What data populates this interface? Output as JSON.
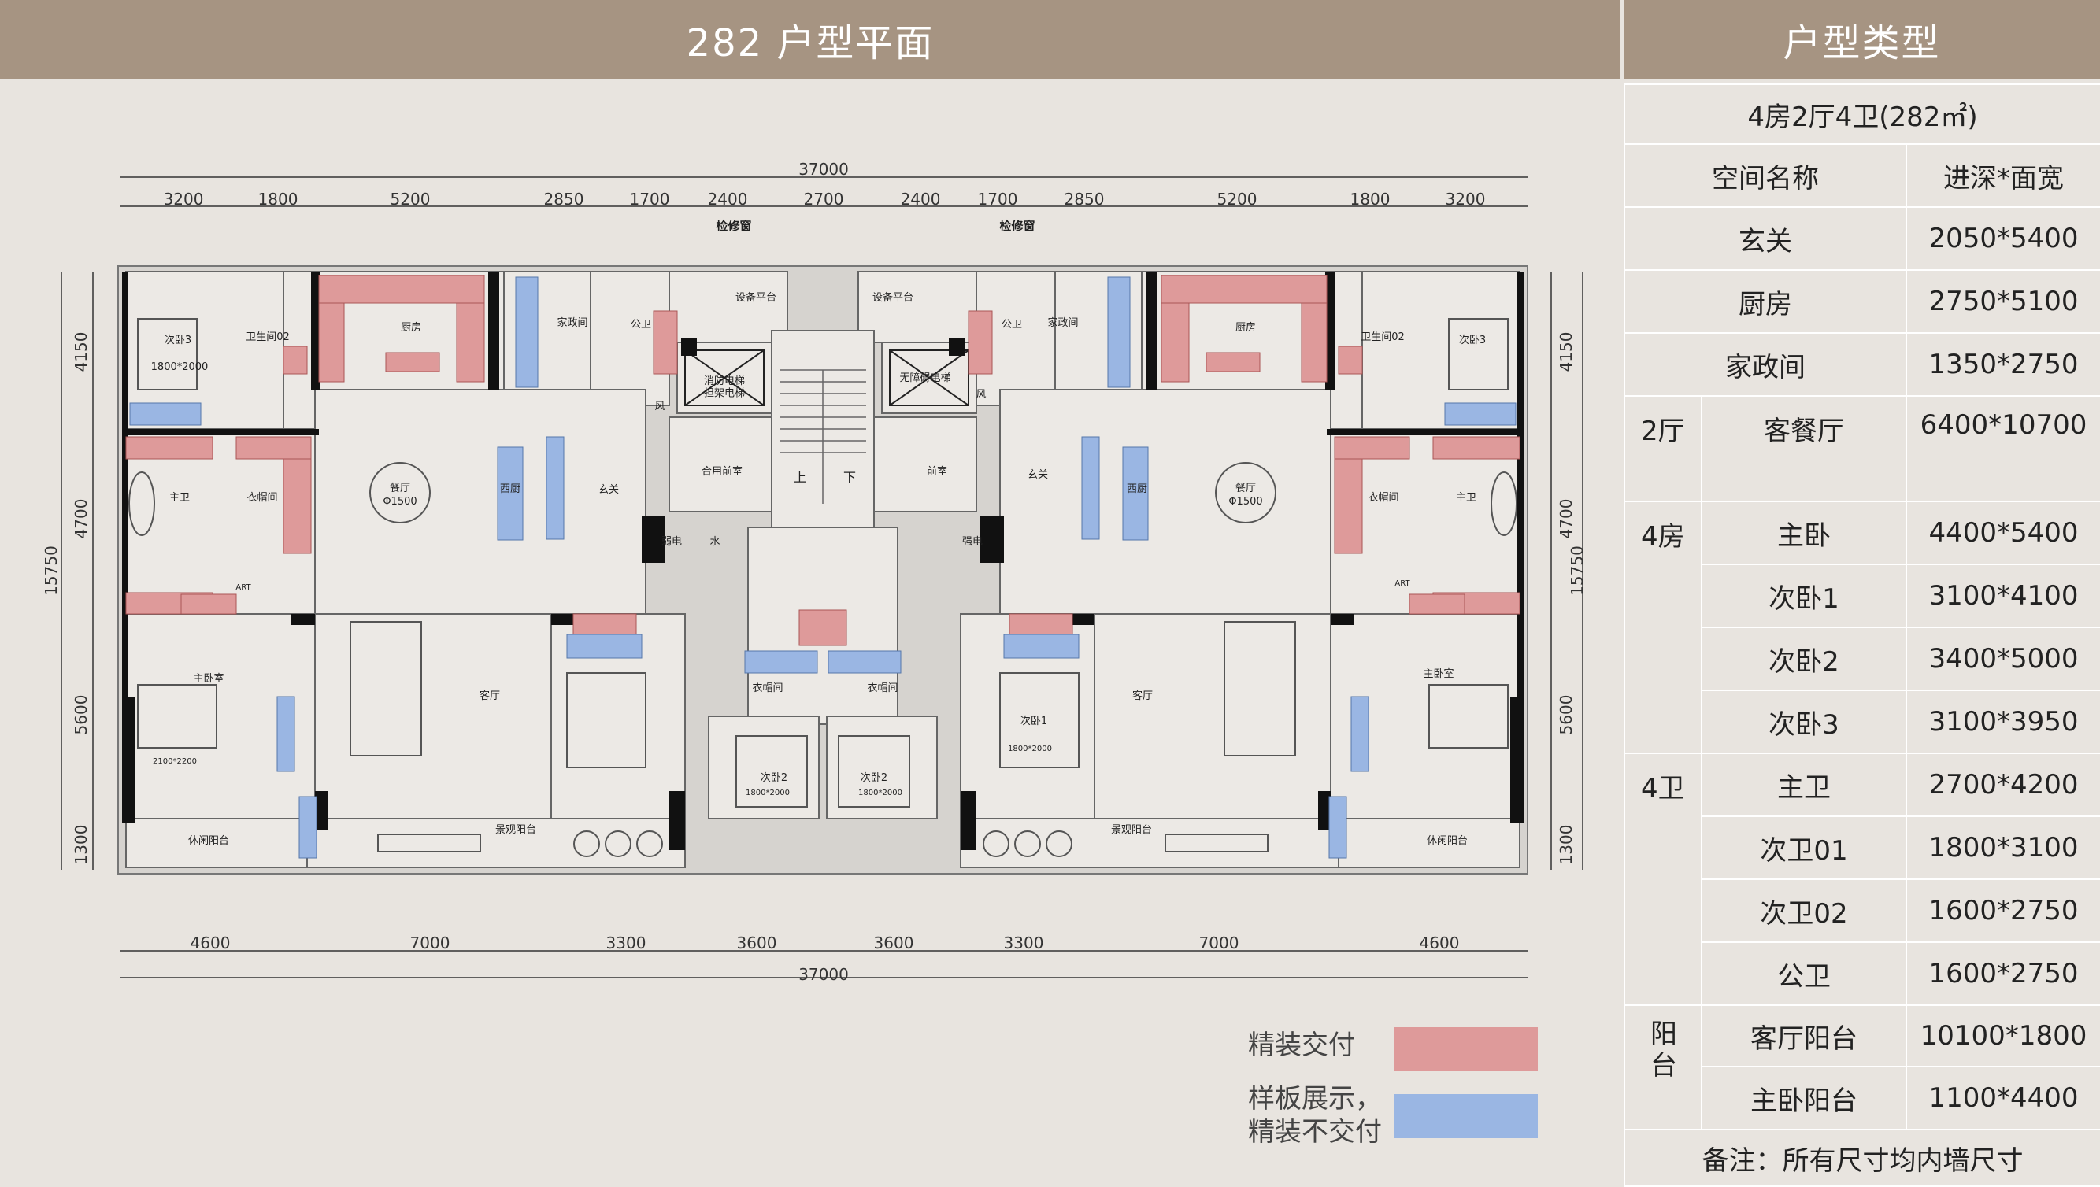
{
  "header": {
    "plan_title": "282  户型平面",
    "table_title": "户型类型"
  },
  "plan": {
    "dims_top": [
      "3200",
      "1800",
      "5200",
      "2850",
      "1700",
      "2400",
      "2700",
      "2400",
      "1700",
      "2850",
      "5200",
      "1800",
      "3200"
    ],
    "dims_bottom": [
      "4600",
      "7000",
      "3300",
      "3600",
      "3600",
      "3300",
      "7000",
      "4600"
    ],
    "total_width": "37000",
    "dims_left": [
      "4150",
      "4700",
      "5600",
      "1300"
    ],
    "total_depth": "15750",
    "labels": {
      "overhaul_window": "检修窗",
      "equipment_platform": "设备平台",
      "kitchen": "厨房",
      "housekeeping": "家政间",
      "public_bath": "公卫",
      "bath_02": "卫生间02",
      "bedroom3": "次卧3",
      "bedroom3_size": "1800*2000",
      "fire_elevator": "消防电梯\n担架电梯",
      "barrier_free_elevator": "无障碍电梯",
      "wind": "风",
      "shared_lobby": "合用前室",
      "front_room": "前室",
      "entrance": "玄关",
      "dining": "餐厅",
      "dining_size": "Φ1500",
      "western_kitchen": "西厨",
      "master_bath": "主卫",
      "closet": "衣帽间",
      "art": "ART",
      "master_bedroom": "主卧室",
      "master_bed_size": "2100*2200",
      "living": "客厅",
      "weak_elec": "弱电",
      "water": "水",
      "strong_elec": "强电",
      "up": "上",
      "down": "下",
      "bedroom1": "次卧1",
      "bedroom1_size": "1800*2000",
      "bedroom2": "次卧2",
      "bedroom2_size": "1800*2000",
      "leisure_balcony": "休闲阳台",
      "view_balcony": "景观阳台"
    }
  },
  "table": {
    "unit_type": "4房2厅4卫(282㎡)",
    "col_space": "空间名称",
    "col_size": "进深*面宽",
    "rows": {
      "entry": {
        "name": "玄关",
        "size": "2050*5400"
      },
      "kitchen": {
        "name": "厨房",
        "size": "2750*5100"
      },
      "housekeeping": {
        "name": "家政间",
        "size": "1350*2750"
      },
      "living": {
        "cat": "2厅",
        "name": "客餐厅",
        "size": "6400*10700"
      },
      "master": {
        "cat": "4房",
        "name": "主卧",
        "size": "4400*5400"
      },
      "bed1": {
        "name": "次卧1",
        "size": "3100*4100"
      },
      "bed2": {
        "name": "次卧2",
        "size": "3400*5000"
      },
      "bed3": {
        "name": "次卧3",
        "size": "3100*3950"
      },
      "master_bath": {
        "cat": "4卫",
        "name": "主卫",
        "size": "2700*4200"
      },
      "bath01": {
        "name": "次卫01",
        "size": "1800*3100"
      },
      "bath02": {
        "name": "次卫02",
        "size": "1600*2750"
      },
      "public_bath": {
        "name": "公卫",
        "size": "1600*2750"
      },
      "living_balcony": {
        "cat": "阳台",
        "name": "客厅阳台",
        "size": "10100*1800"
      },
      "master_balcony": {
        "name": "主卧阳台",
        "size": "1100*4400"
      }
    },
    "note": "备注：所有尺寸均内墙尺寸"
  },
  "legend": {
    "finished": {
      "label": "精装交付",
      "color": "#de9a9a"
    },
    "sample": {
      "label": "样板展示，\n精装不交付",
      "color": "#9ab6e3"
    }
  },
  "colors": {
    "header_bg": "#a69482",
    "page_bg": "#e8e4df",
    "wall": "#111111"
  }
}
